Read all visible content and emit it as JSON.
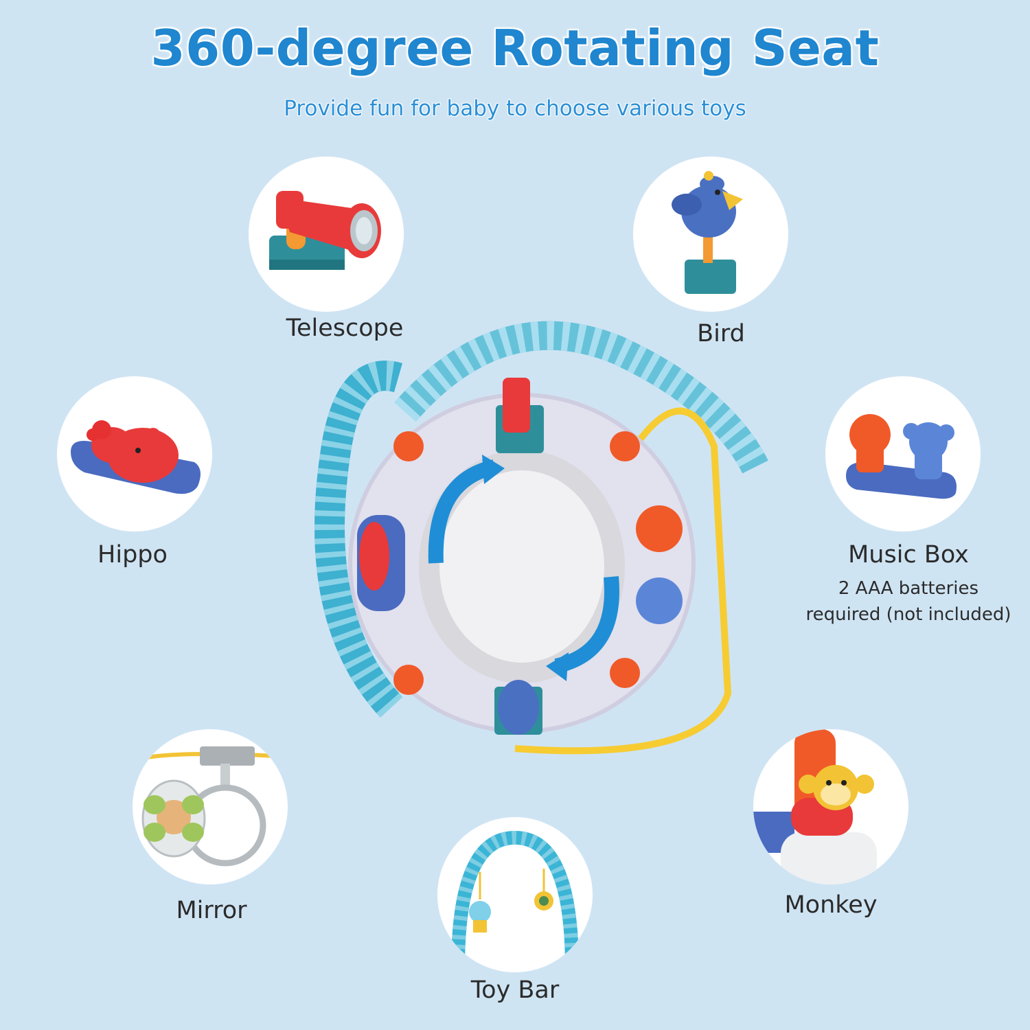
{
  "header": {
    "title": "360-degree Rotating Seat",
    "subtitle": "Provide fun for baby to choose various toys"
  },
  "toys": {
    "telescope": {
      "label": "Telescope",
      "icon": "telescope-icon"
    },
    "bird": {
      "label": "Bird",
      "icon": "bird-icon"
    },
    "hippo": {
      "label": "Hippo",
      "icon": "hippo-icon"
    },
    "music_box": {
      "label": "Music Box",
      "note_line1": "2 AAA batteries",
      "note_line2": "required (not included)",
      "icon": "music-box-icon"
    },
    "mirror": {
      "label": "Mirror",
      "icon": "mirror-icon"
    },
    "monkey": {
      "label": "Monkey",
      "icon": "monkey-icon"
    },
    "toy_bar": {
      "label": "Toy Bar",
      "icon": "toy-bar-icon"
    }
  },
  "colors": {
    "background": "#cfe4f3",
    "title": "#1f86cf",
    "label": "#2b2b2b"
  }
}
